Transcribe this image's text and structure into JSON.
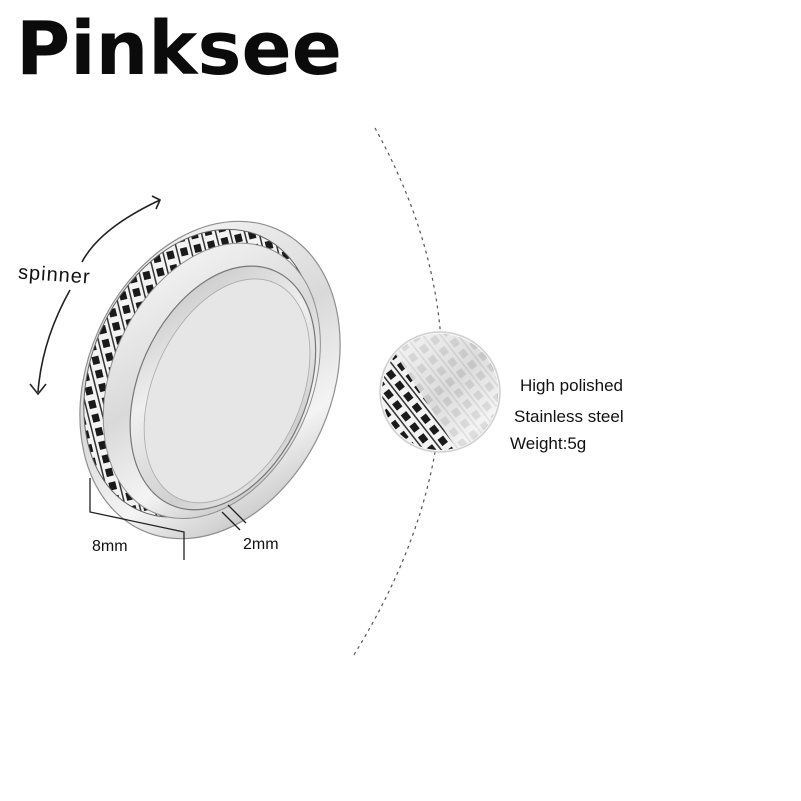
{
  "brand": {
    "name": "Pinksee"
  },
  "labels": {
    "spinner": "spinner",
    "width": "8mm",
    "thickness": "2mm"
  },
  "specs": [
    "High polished",
    "Stainless steel",
    "Weight:5g"
  ],
  "colors": {
    "text": "#111111",
    "metal_light": "#f2f2f2",
    "metal_dark": "#9a9a9a",
    "key_black": "#1a1a1a"
  },
  "icons": [
    "curved-double-arrow-icon",
    "dimension-line-icon"
  ]
}
